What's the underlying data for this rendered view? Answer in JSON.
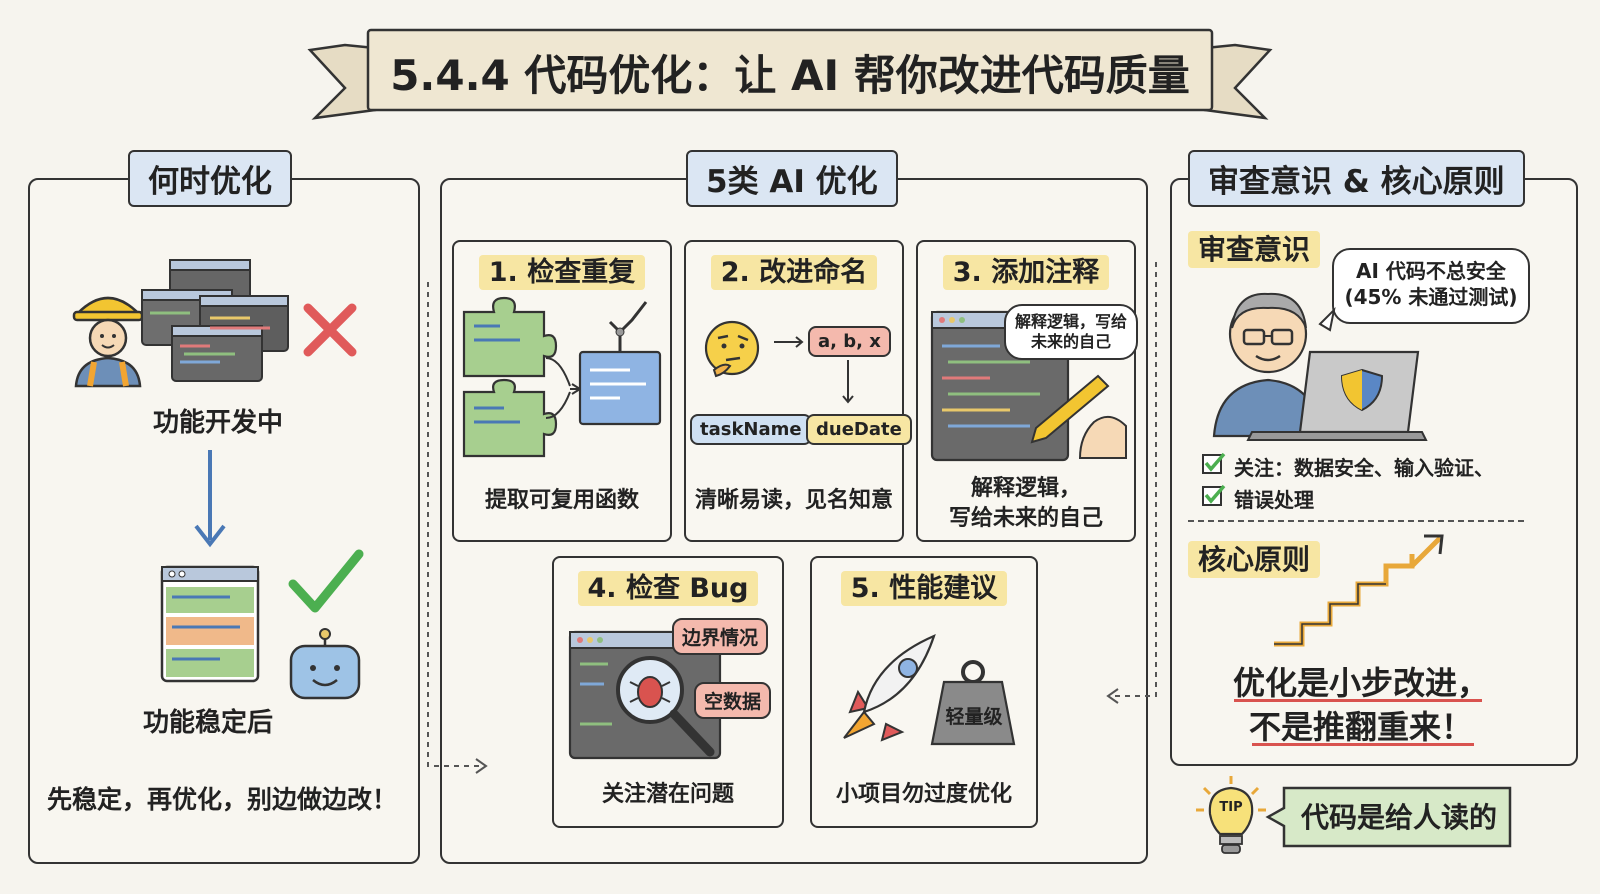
{
  "title": "5.4.4 代码优化：让 AI 帮你改进代码质量",
  "left": {
    "heading": "何时优化",
    "stage1": "功能开发中",
    "stage2": "功能稳定后",
    "footer": "先稳定，再优化，别边做边改！"
  },
  "middle": {
    "heading": "5类 AI 优化",
    "cards": [
      {
        "title": "1. 检查重复",
        "caption": "提取可复用函数"
      },
      {
        "title": "2. 改进命名",
        "caption": "清晰易读，见名知意",
        "bad_names": "a, b, x",
        "good_name_1": "taskName",
        "good_name_2": "dueDate"
      },
      {
        "title": "3. 添加注释",
        "caption_line1": "解释逻辑，",
        "caption_line2": "写给未来的自己",
        "bubble": "解释逻辑，写给未来的自己"
      },
      {
        "title": "4. 检查 Bug",
        "caption": "关注潜在问题",
        "tag1": "边界情况",
        "tag2": "空数据"
      },
      {
        "title": "5. 性能建议",
        "caption": "小项目勿过度优化",
        "weight_label": "轻量级"
      }
    ]
  },
  "right": {
    "heading": "审查意识 & 核心原则",
    "review_heading": "审查意识",
    "bubble_line1": "AI 代码不总安全",
    "bubble_line2": "(45% 未通过测试)",
    "check1": "关注：数据安全、输入验证、",
    "check2": "错误处理",
    "principle_heading": "核心原则",
    "principle_line1": "优化是小步改进，",
    "principle_line2": "不是推翻重来！"
  },
  "tip": {
    "icon_label": "TIP",
    "text": "代码是给人读的"
  },
  "colors": {
    "accent_yellow": "#f7e6a3",
    "tag_blue": "#dbe6f3",
    "check_green": "#4caf50",
    "cross_red": "#e05a5a",
    "underline_red": "#d9534f"
  }
}
